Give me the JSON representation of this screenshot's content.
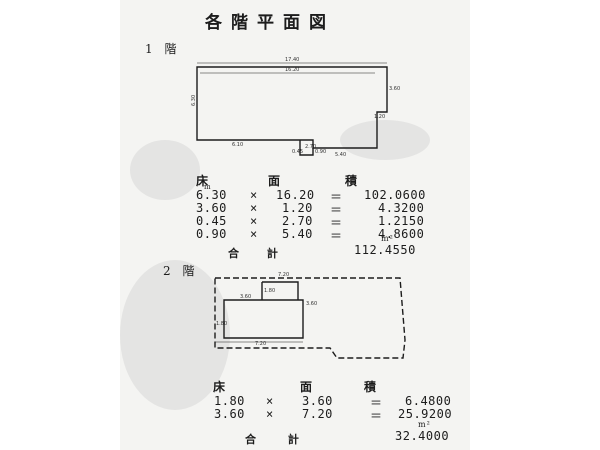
{
  "document": {
    "title": "各階平面図",
    "floors": [
      {
        "label": "1 階",
        "dims": [
          "17.40",
          "16.20",
          "6.30",
          "6.10",
          "2.70",
          "1.20",
          "5.40",
          "3.60",
          "0.45",
          "0.90"
        ],
        "area_heading": [
          "床",
          "面",
          "積"
        ],
        "rows": [
          {
            "a": "6.30",
            "b": "16.20",
            "result": "102.0600"
          },
          {
            "a": "3.60",
            "b": "1.20",
            "result": "4.3200"
          },
          {
            "a": "0.45",
            "b": "2.70",
            "result": "1.2150"
          },
          {
            "a": "0.90",
            "b": "5.40",
            "result": "4.8600"
          }
        ],
        "total_label": "合 計",
        "total_value": "112.4550"
      },
      {
        "label": "2 階",
        "dims": [
          "7.20",
          "3.60",
          "3.60",
          "1.80",
          "1.80",
          "7.20"
        ],
        "area_heading": [
          "床",
          "面",
          "積"
        ],
        "rows": [
          {
            "a": "1.80",
            "b": "3.60",
            "result": "6.4800"
          },
          {
            "a": "3.60",
            "b": "7.20",
            "result": "25.9200"
          }
        ],
        "total_label": "合 計",
        "total_value": "32.4000"
      }
    ],
    "times_symbol": "×",
    "equals_symbol": "＝",
    "unit_m": "m",
    "unit_m2": "m²"
  }
}
